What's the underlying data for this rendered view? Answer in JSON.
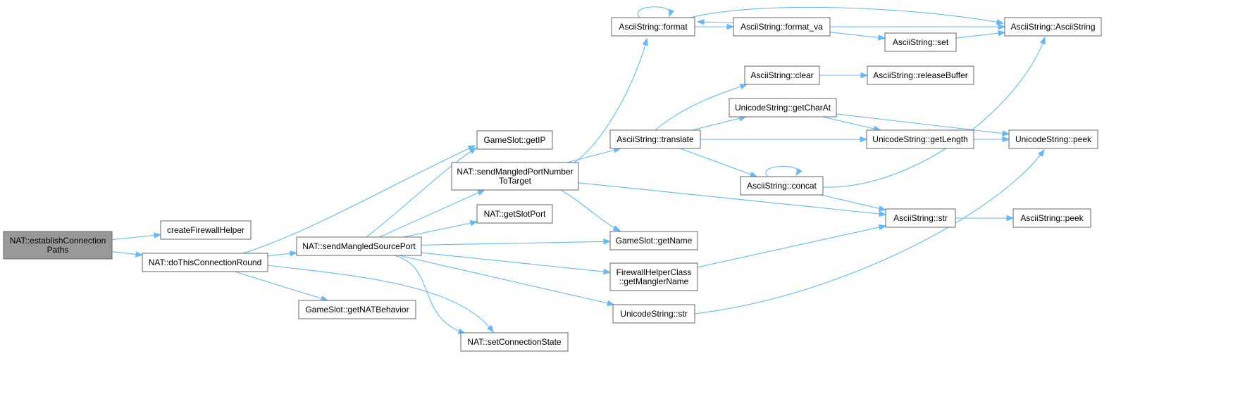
{
  "graph": {
    "edge_color": "#63b8ff",
    "root_fill": "#999999",
    "node_fill": "#ffffff",
    "node_border": "#666666",
    "nodes": {
      "establish": {
        "lines": [
          "NAT::establishConnection",
          "Paths"
        ],
        "root": true
      },
      "createFirewall": {
        "lines": [
          "createFirewallHelper"
        ]
      },
      "doThisRound": {
        "lines": [
          "NAT::doThisConnectionRound"
        ]
      },
      "sendMangledSource": {
        "lines": [
          "NAT::sendMangledSourcePort"
        ]
      },
      "getNATBehavior": {
        "lines": [
          "GameSlot::getNATBehavior"
        ]
      },
      "setConnState": {
        "lines": [
          "NAT::setConnectionState"
        ]
      },
      "getIP": {
        "lines": [
          "GameSlot::getIP"
        ]
      },
      "sendPortNum": {
        "lines": [
          "NAT::sendMangledPortNumber",
          "ToTarget"
        ]
      },
      "getSlotPort": {
        "lines": [
          "NAT::getSlotPort"
        ]
      },
      "getName": {
        "lines": [
          "GameSlot::getName"
        ]
      },
      "getManglerName": {
        "lines": [
          "FirewallHelperClass",
          "::getManglerName"
        ]
      },
      "uniStr": {
        "lines": [
          "UnicodeString::str"
        ]
      },
      "format": {
        "lines": [
          "AsciiString::format"
        ]
      },
      "formatVa": {
        "lines": [
          "AsciiString::format_va"
        ]
      },
      "set": {
        "lines": [
          "AsciiString::set"
        ]
      },
      "asciiCtor": {
        "lines": [
          "AsciiString::AsciiString"
        ]
      },
      "clear": {
        "lines": [
          "AsciiString::clear"
        ]
      },
      "releaseBuffer": {
        "lines": [
          "AsciiString::releaseBuffer"
        ]
      },
      "translate": {
        "lines": [
          "AsciiString::translate"
        ]
      },
      "getCharAt": {
        "lines": [
          "UnicodeString::getCharAt"
        ]
      },
      "getLength": {
        "lines": [
          "UnicodeString::getLength"
        ]
      },
      "uniPeek": {
        "lines": [
          "UnicodeString::peek"
        ]
      },
      "concat": {
        "lines": [
          "AsciiString::concat"
        ]
      },
      "asciiStr": {
        "lines": [
          "AsciiString::str"
        ]
      },
      "asciiPeek": {
        "lines": [
          "AsciiString::peek"
        ]
      }
    },
    "edges": [
      [
        "establish",
        "createFirewall"
      ],
      [
        "establish",
        "doThisRound"
      ],
      [
        "doThisRound",
        "getIP"
      ],
      [
        "doThisRound",
        "sendMangledSource"
      ],
      [
        "doThisRound",
        "getNATBehavior"
      ],
      [
        "doThisRound",
        "setConnState"
      ],
      [
        "sendMangledSource",
        "getIP"
      ],
      [
        "sendMangledSource",
        "sendPortNum"
      ],
      [
        "sendMangledSource",
        "getSlotPort"
      ],
      [
        "sendMangledSource",
        "getName"
      ],
      [
        "sendMangledSource",
        "getManglerName"
      ],
      [
        "sendMangledSource",
        "uniStr"
      ],
      [
        "sendMangledSource",
        "setConnState"
      ],
      [
        "sendPortNum",
        "format"
      ],
      [
        "sendPortNum",
        "translate"
      ],
      [
        "sendPortNum",
        "getName"
      ],
      [
        "sendPortNum",
        "asciiStr"
      ],
      [
        "format",
        "format"
      ],
      [
        "format",
        "formatVa"
      ],
      [
        "format",
        "asciiCtor"
      ],
      [
        "formatVa",
        "format"
      ],
      [
        "formatVa",
        "set"
      ],
      [
        "formatVa",
        "asciiCtor"
      ],
      [
        "set",
        "asciiCtor"
      ],
      [
        "clear",
        "releaseBuffer"
      ],
      [
        "translate",
        "clear"
      ],
      [
        "translate",
        "getCharAt"
      ],
      [
        "translate",
        "getLength"
      ],
      [
        "translate",
        "concat"
      ],
      [
        "getCharAt",
        "getLength"
      ],
      [
        "getCharAt",
        "uniPeek"
      ],
      [
        "getLength",
        "uniPeek"
      ],
      [
        "concat",
        "concat"
      ],
      [
        "concat",
        "asciiCtor"
      ],
      [
        "concat",
        "asciiStr"
      ],
      [
        "asciiStr",
        "asciiPeek"
      ],
      [
        "getManglerName",
        "asciiStr"
      ],
      [
        "uniStr",
        "uniPeek"
      ]
    ]
  }
}
